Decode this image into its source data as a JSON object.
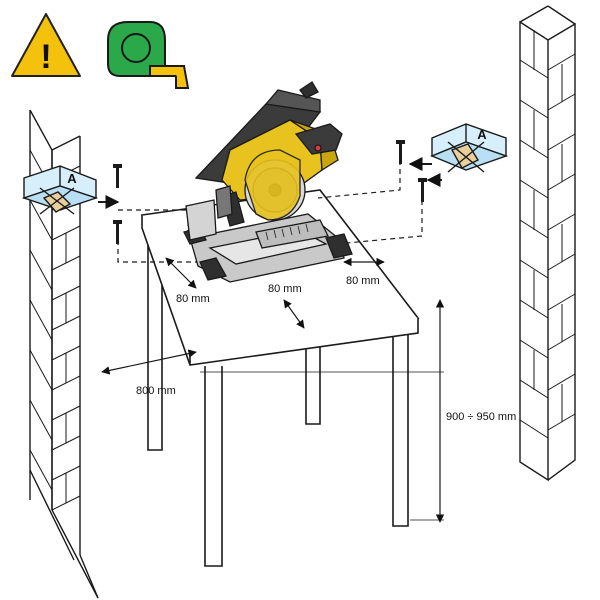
{
  "icons": {
    "warning": {
      "name": "warning-icon",
      "glyph": "!",
      "color": "#f4c20d"
    },
    "tape_measure": {
      "name": "tape-measure-icon",
      "color": "#2aa84a"
    }
  },
  "manual_labels": {
    "left": "A",
    "right": "A"
  },
  "dimensions": {
    "offset_left": "80 mm",
    "offset_back": "80 mm",
    "offset_right": "80 mm",
    "table_width": "800 mm",
    "table_height": "900 ÷ 950 mm"
  },
  "colors": {
    "saw_body": "#e8c21e",
    "saw_dark": "#3b3b3b",
    "line": "#1a1a1a"
  }
}
